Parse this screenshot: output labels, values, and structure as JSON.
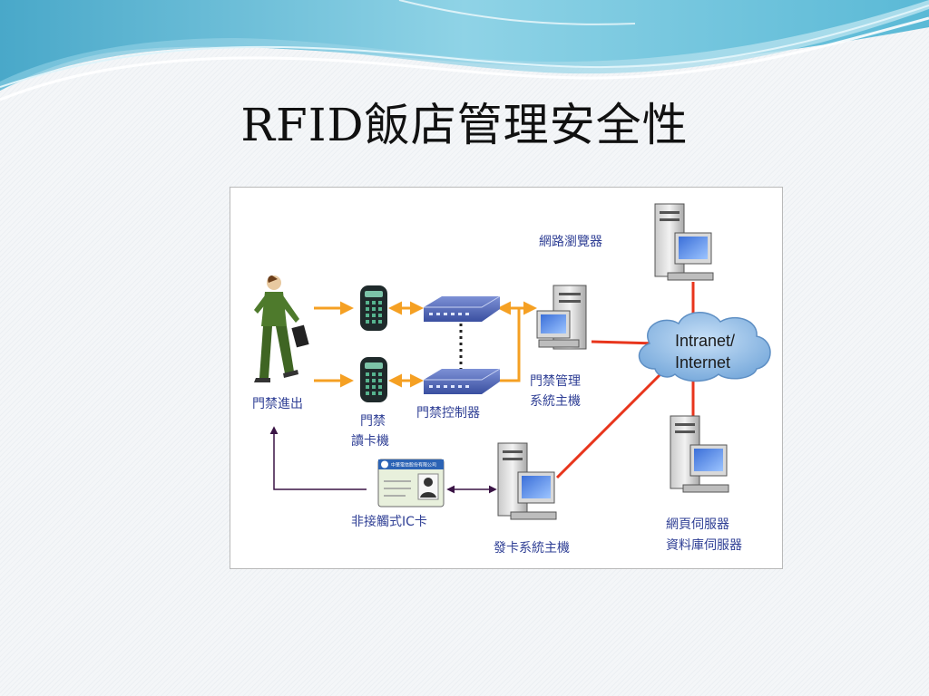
{
  "slide": {
    "title": "RFID飯店管理安全性"
  },
  "diagram": {
    "labels": {
      "person": "門禁進出",
      "reader_line1": "門禁",
      "reader_line2": "讀卡機",
      "controller": "門禁控制器",
      "access_host_line1": "門禁管理",
      "access_host_line2": "系統主機",
      "browser": "網路瀏覽器",
      "cloud_line1": "Intranet/",
      "cloud_line2": "Internet",
      "web_server_line1": "網頁伺服器",
      "web_server_line2": "資料庫伺服器",
      "card": "非接觸式IC卡",
      "issuer_host": "發卡系統主機"
    },
    "card_header": "中華電信股份有限公司",
    "colors": {
      "label_text": "#2f3f95",
      "arrow_orange": "#f5a023",
      "network_link_red": "#e8351c",
      "card_arrow": "#3a1445",
      "cloud_fill": "#8db8e4"
    },
    "icons": [
      "person-icon",
      "card-reader-icon",
      "controller-icon",
      "computer-icon",
      "cloud-icon",
      "ic-card-icon"
    ]
  }
}
